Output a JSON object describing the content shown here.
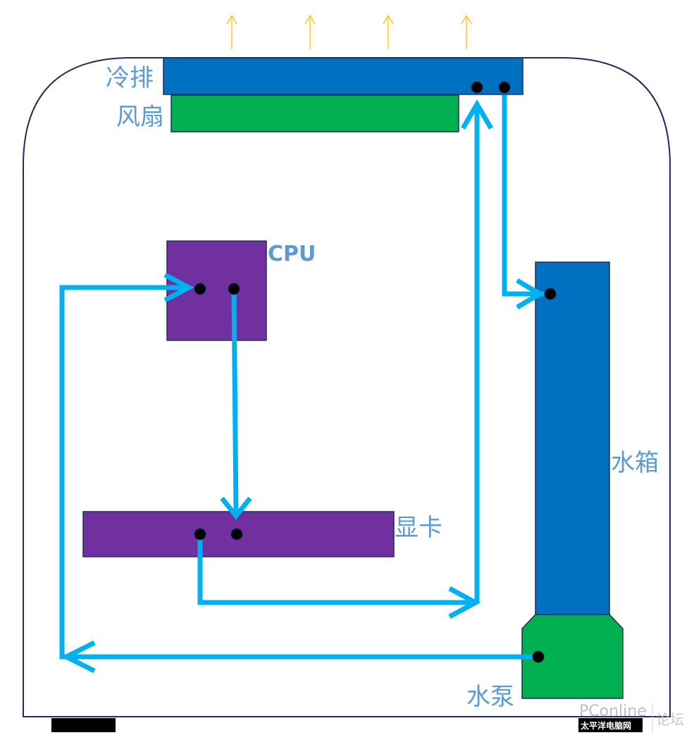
{
  "labels": {
    "radiator": "冷排",
    "fan": "风扇",
    "cpu": "CPU",
    "gpu": "显卡",
    "reservoir": "水箱",
    "pump": "水泵"
  },
  "watermark": {
    "brand": "PConline",
    "site": "太平洋电脑网",
    "forum": "论坛"
  },
  "colors": {
    "radiator": "#0070c0",
    "fan": "#00b050",
    "cpu": "#7030a0",
    "gpu": "#7030a0",
    "reservoir": "#0070c0",
    "pump": "#00b050",
    "pipe": "#00b0f0",
    "exhaust_arrow": "#ffc000",
    "label_text": "#5b9bd5",
    "case_outline": "#1f2d5a"
  }
}
